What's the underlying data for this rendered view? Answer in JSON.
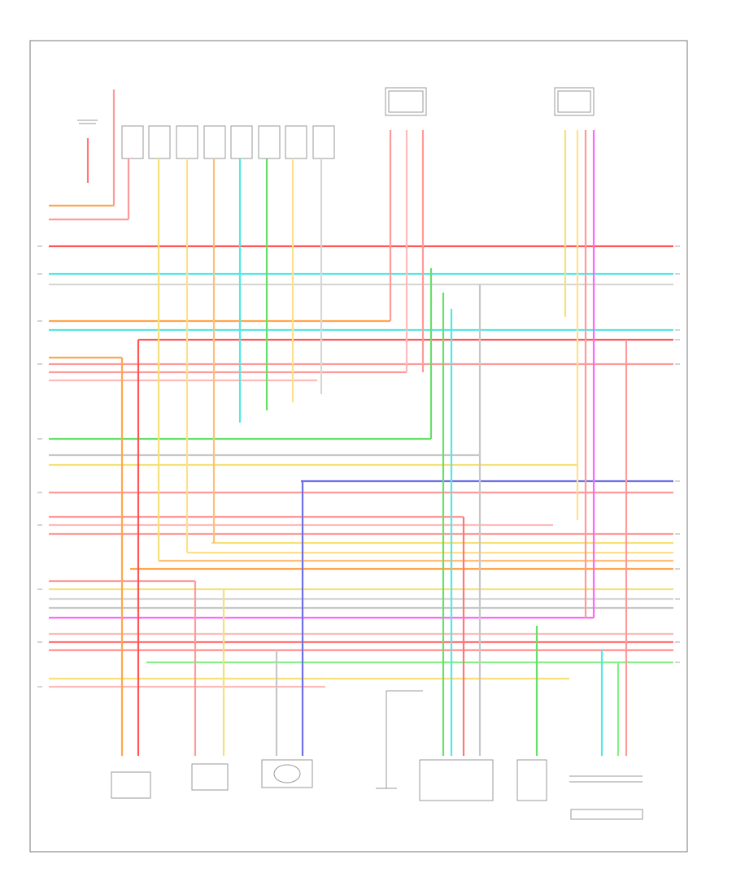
{
  "diagram": {
    "footer_id": "",
    "colors": {
      "frame": "#777777",
      "text": "#9a9a9a",
      "red": "#ff5555",
      "pink": "#ff9a9a",
      "orange": "#ffa64d",
      "yellow": "#f5e07a",
      "green": "#66e066",
      "cyan": "#55e6e6",
      "blue": "#6f6fe6",
      "magenta": "#ff66ff",
      "gray": "#c7c7c7",
      "peach": "#ffc07a"
    },
    "components": [
      {
        "id": "engine-control-module",
        "label": ""
      },
      {
        "id": "left-transmission-sensor",
        "label": ""
      },
      {
        "id": "right-transmission-sensor",
        "label": ""
      },
      {
        "id": "left-sensor",
        "label": ""
      },
      {
        "id": "position-sensor",
        "label": ""
      },
      {
        "id": "oxygen-sensor",
        "label": ""
      },
      {
        "id": "ground-connector",
        "label": ""
      },
      {
        "id": "control-actuator",
        "label": ""
      },
      {
        "id": "temperature-switch",
        "label": ""
      },
      {
        "id": "multi-pin-connector",
        "label": ""
      }
    ]
  }
}
